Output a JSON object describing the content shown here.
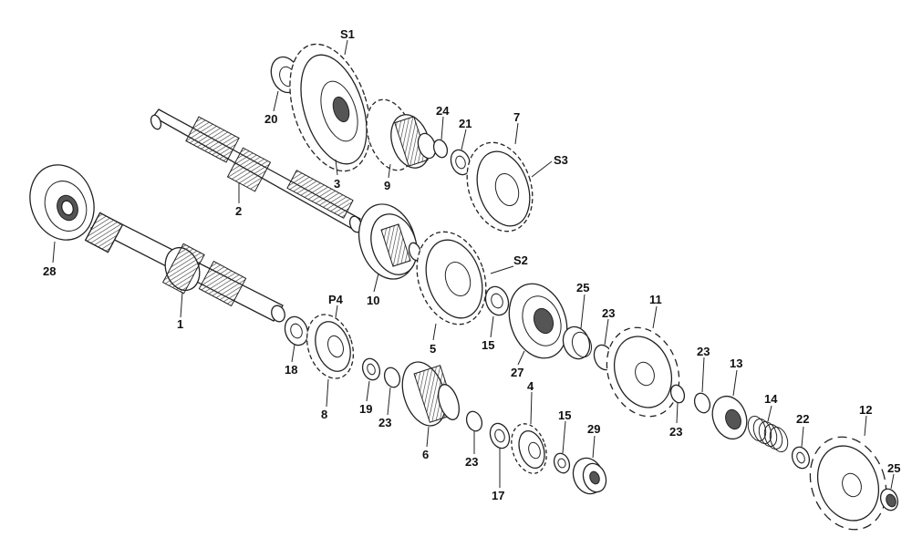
{
  "diagram": {
    "labels": {
      "s1": "S1",
      "s2": "S2",
      "s3": "S3",
      "p4": "P4",
      "n1": "1",
      "n2": "2",
      "n3": "3",
      "n4": "4",
      "n5": "5",
      "n6": "6",
      "n7": "7",
      "n8": "8",
      "n9": "9",
      "n10": "10",
      "n11": "11",
      "n12": "12",
      "n13": "13",
      "n14": "14",
      "n15a": "15",
      "n15b": "15",
      "n17": "17",
      "n18": "18",
      "n19": "19",
      "n20": "20",
      "n21": "21",
      "n22": "22",
      "n23a": "23",
      "n23b": "23",
      "n23c": "23",
      "n23d": "23",
      "n23e": "23",
      "n24": "24",
      "n25a": "25",
      "n25b": "25",
      "n27": "27",
      "n28": "28",
      "n29": "29"
    }
  }
}
